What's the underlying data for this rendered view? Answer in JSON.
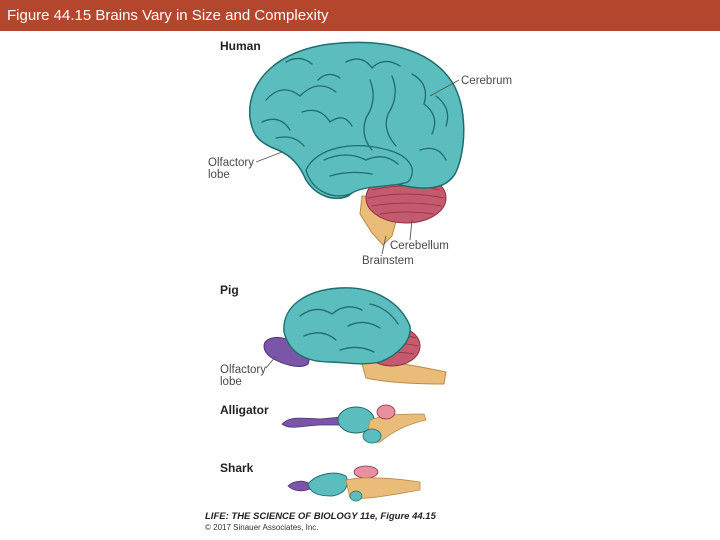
{
  "header": {
    "title": "Figure 44.15  Brains Vary in Size and Complexity"
  },
  "species": {
    "human": {
      "name": "Human"
    },
    "pig": {
      "name": "Pig"
    },
    "alligator": {
      "name": "Alligator"
    },
    "shark": {
      "name": "Shark"
    }
  },
  "labels": {
    "cerebrum": "Cerebrum",
    "cerebellum": "Cerebellum",
    "brainstem": "Brainstem",
    "human_olfactory_line1": "Olfactory",
    "human_olfactory_line2": "lobe",
    "pig_olfactory_line1": "Olfactory",
    "pig_olfactory_line2": "lobe"
  },
  "credit": {
    "line1": "LIFE: THE SCIENCE OF BIOLOGY 11e, Figure 44.15",
    "line2": "© 2017 Sinauer Associates, Inc."
  },
  "colors": {
    "cerebrum": "#5bbdbd",
    "cerebrum_dark": "#1f6d6e",
    "cerebellum": "#c45a6e",
    "brainstem": "#e9bc7a",
    "olfactory": "#7b55a8",
    "header_bar": "#b5462e"
  }
}
